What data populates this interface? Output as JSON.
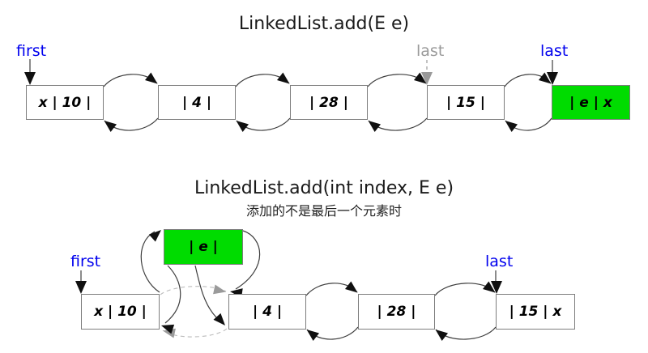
{
  "colors": {
    "highlight_green": "#00dc00",
    "pointer_blue": "#0000ee",
    "old_pointer_gray": "#9a9a9a",
    "line_dark": "#3d3d3d",
    "node_border": "#7d7d7d"
  },
  "diagram1": {
    "title": "LinkedList.add(E e)",
    "labels": {
      "first": "first",
      "old_last": "last",
      "last": "last"
    },
    "nodes": [
      {
        "text": "x | 10 |"
      },
      {
        "text": "| 4 |"
      },
      {
        "text": "| 28 |"
      },
      {
        "text": "| 15 |"
      },
      {
        "text": "| e | x"
      }
    ]
  },
  "diagram2": {
    "title": "LinkedList.add(int index, E e)",
    "subtitle": "添加的不是最后一个元素时",
    "labels": {
      "first": "first",
      "last": "last"
    },
    "new_node": {
      "text": "| e |"
    },
    "nodes": [
      {
        "text": "x | 10 |"
      },
      {
        "text": "| 4 |"
      },
      {
        "text": "| 28 |"
      },
      {
        "text": "| 15 | x"
      }
    ]
  }
}
